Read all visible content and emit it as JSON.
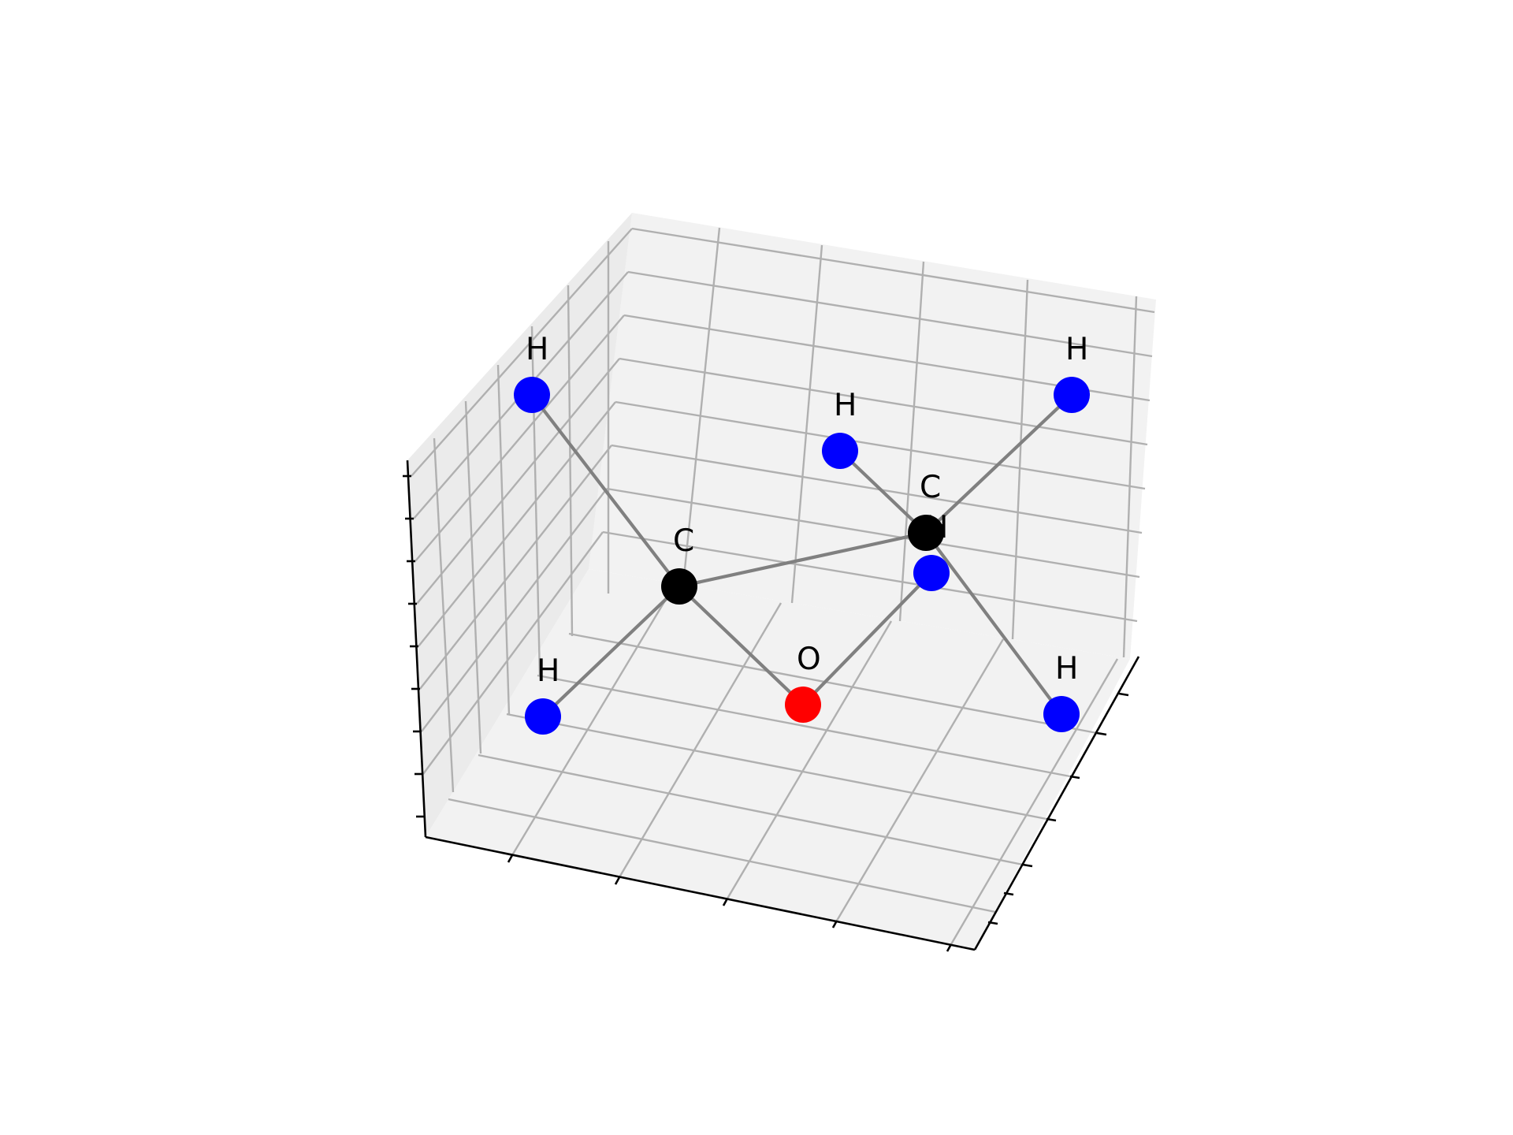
{
  "figure": {
    "type": "3d-molecule",
    "background": "#ffffff",
    "pane_colors": {
      "back_pane": "#f2f2f2",
      "side_pane": "#ebebeb",
      "floor_pane": "#f2f2f2",
      "grid": "#b0b0b0",
      "axis_line": "#000000"
    },
    "bond_color": "#808080",
    "element_colors": {
      "C": "#000000",
      "O": "#ff0000",
      "H": "#0000ff"
    }
  },
  "atoms": [
    {
      "id": "h1",
      "element": "H",
      "label": "H"
    },
    {
      "id": "h2",
      "element": "H",
      "label": "H"
    },
    {
      "id": "h3",
      "element": "H",
      "label": "H"
    },
    {
      "id": "c1",
      "element": "C",
      "label": "C"
    },
    {
      "id": "c2",
      "element": "C",
      "label": "C"
    },
    {
      "id": "h4",
      "element": "H",
      "label": "H"
    },
    {
      "id": "h5",
      "element": "H",
      "label": "H"
    },
    {
      "id": "o1",
      "element": "O",
      "label": "O"
    },
    {
      "id": "h6",
      "element": "H",
      "label": "H"
    }
  ],
  "bonds": [
    [
      "c1",
      "c2"
    ],
    [
      "c1",
      "h1"
    ],
    [
      "c1",
      "h5"
    ],
    [
      "c1",
      "o1"
    ],
    [
      "c2",
      "h2"
    ],
    [
      "c2",
      "h3"
    ],
    [
      "c2",
      "h6"
    ],
    [
      "o1",
      "h4"
    ]
  ]
}
